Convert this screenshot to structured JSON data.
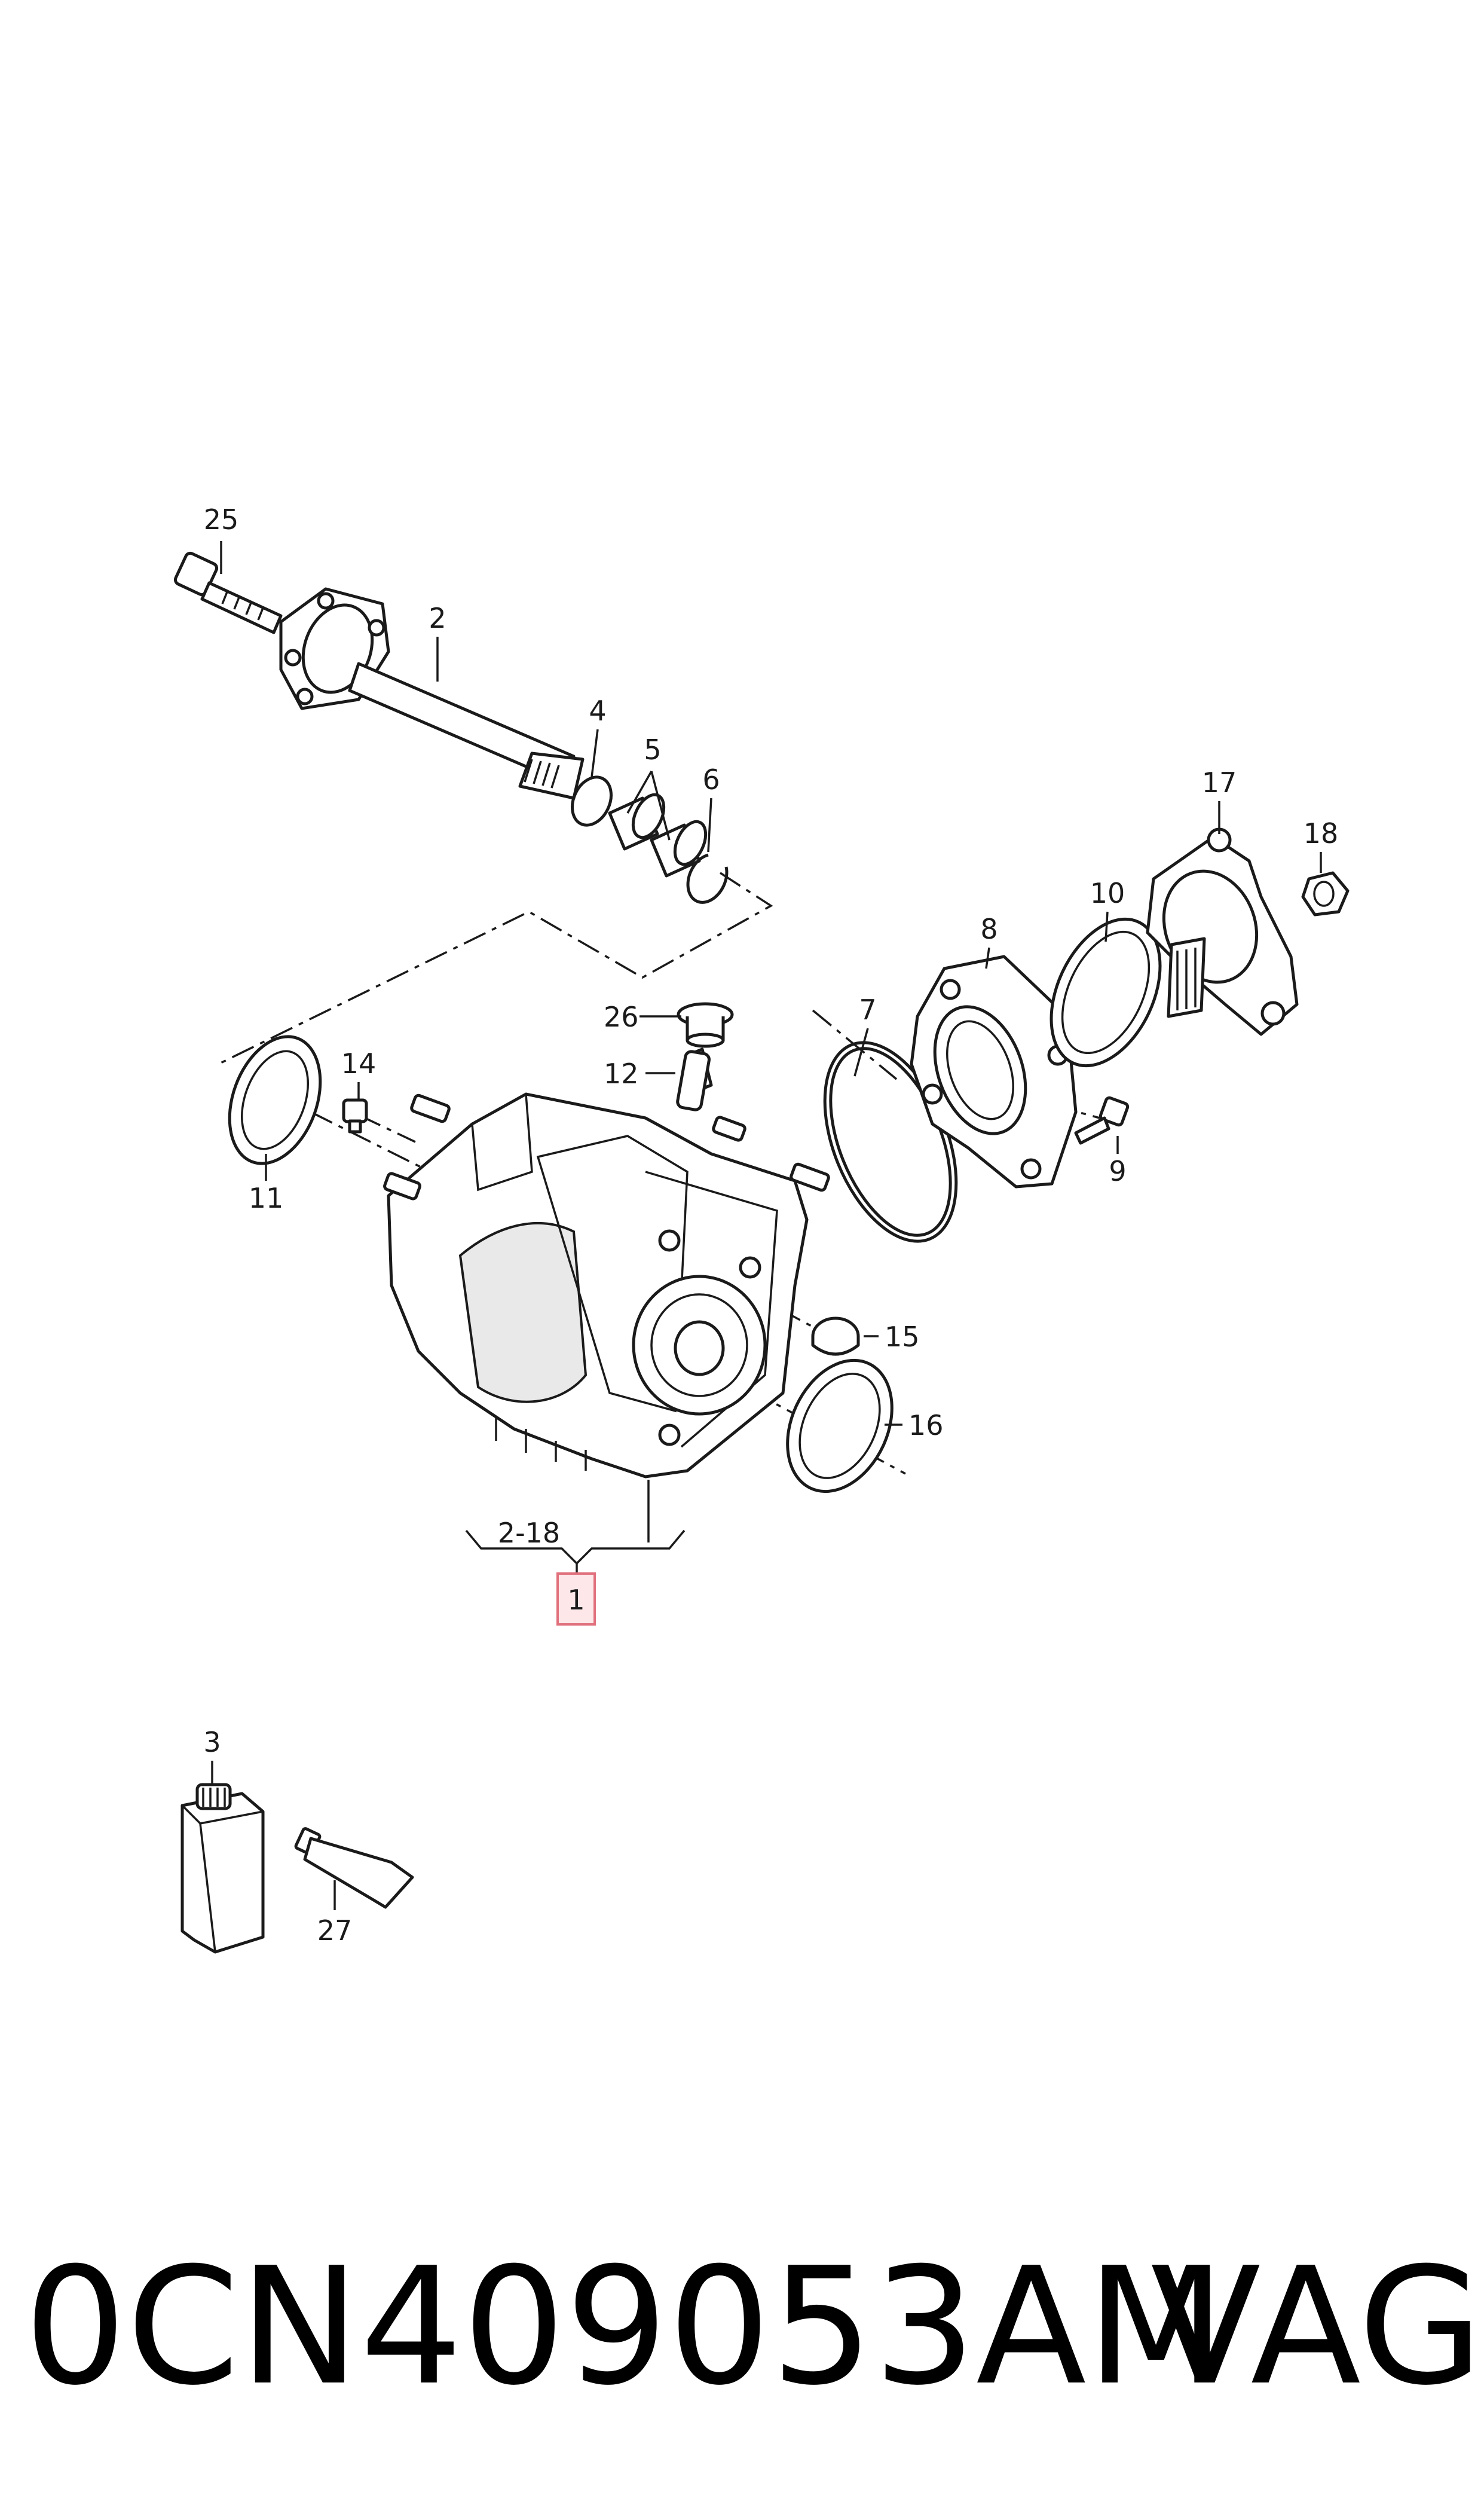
{
  "callouts": {
    "c1": "1",
    "c2": "2",
    "c3": "3",
    "c4": "4",
    "c5": "5",
    "c6": "6",
    "c7": "7",
    "c8": "8",
    "c9": "9",
    "c10": "10",
    "c11": "11",
    "c12": "12",
    "c14": "14",
    "c15": "15",
    "c16": "16",
    "c17": "17",
    "c18": "18",
    "c25": "25",
    "c26": "26",
    "c27": "27",
    "range": "2-18"
  },
  "footer": {
    "part_number": "0CN409053AM",
    "brand": "VAG"
  }
}
